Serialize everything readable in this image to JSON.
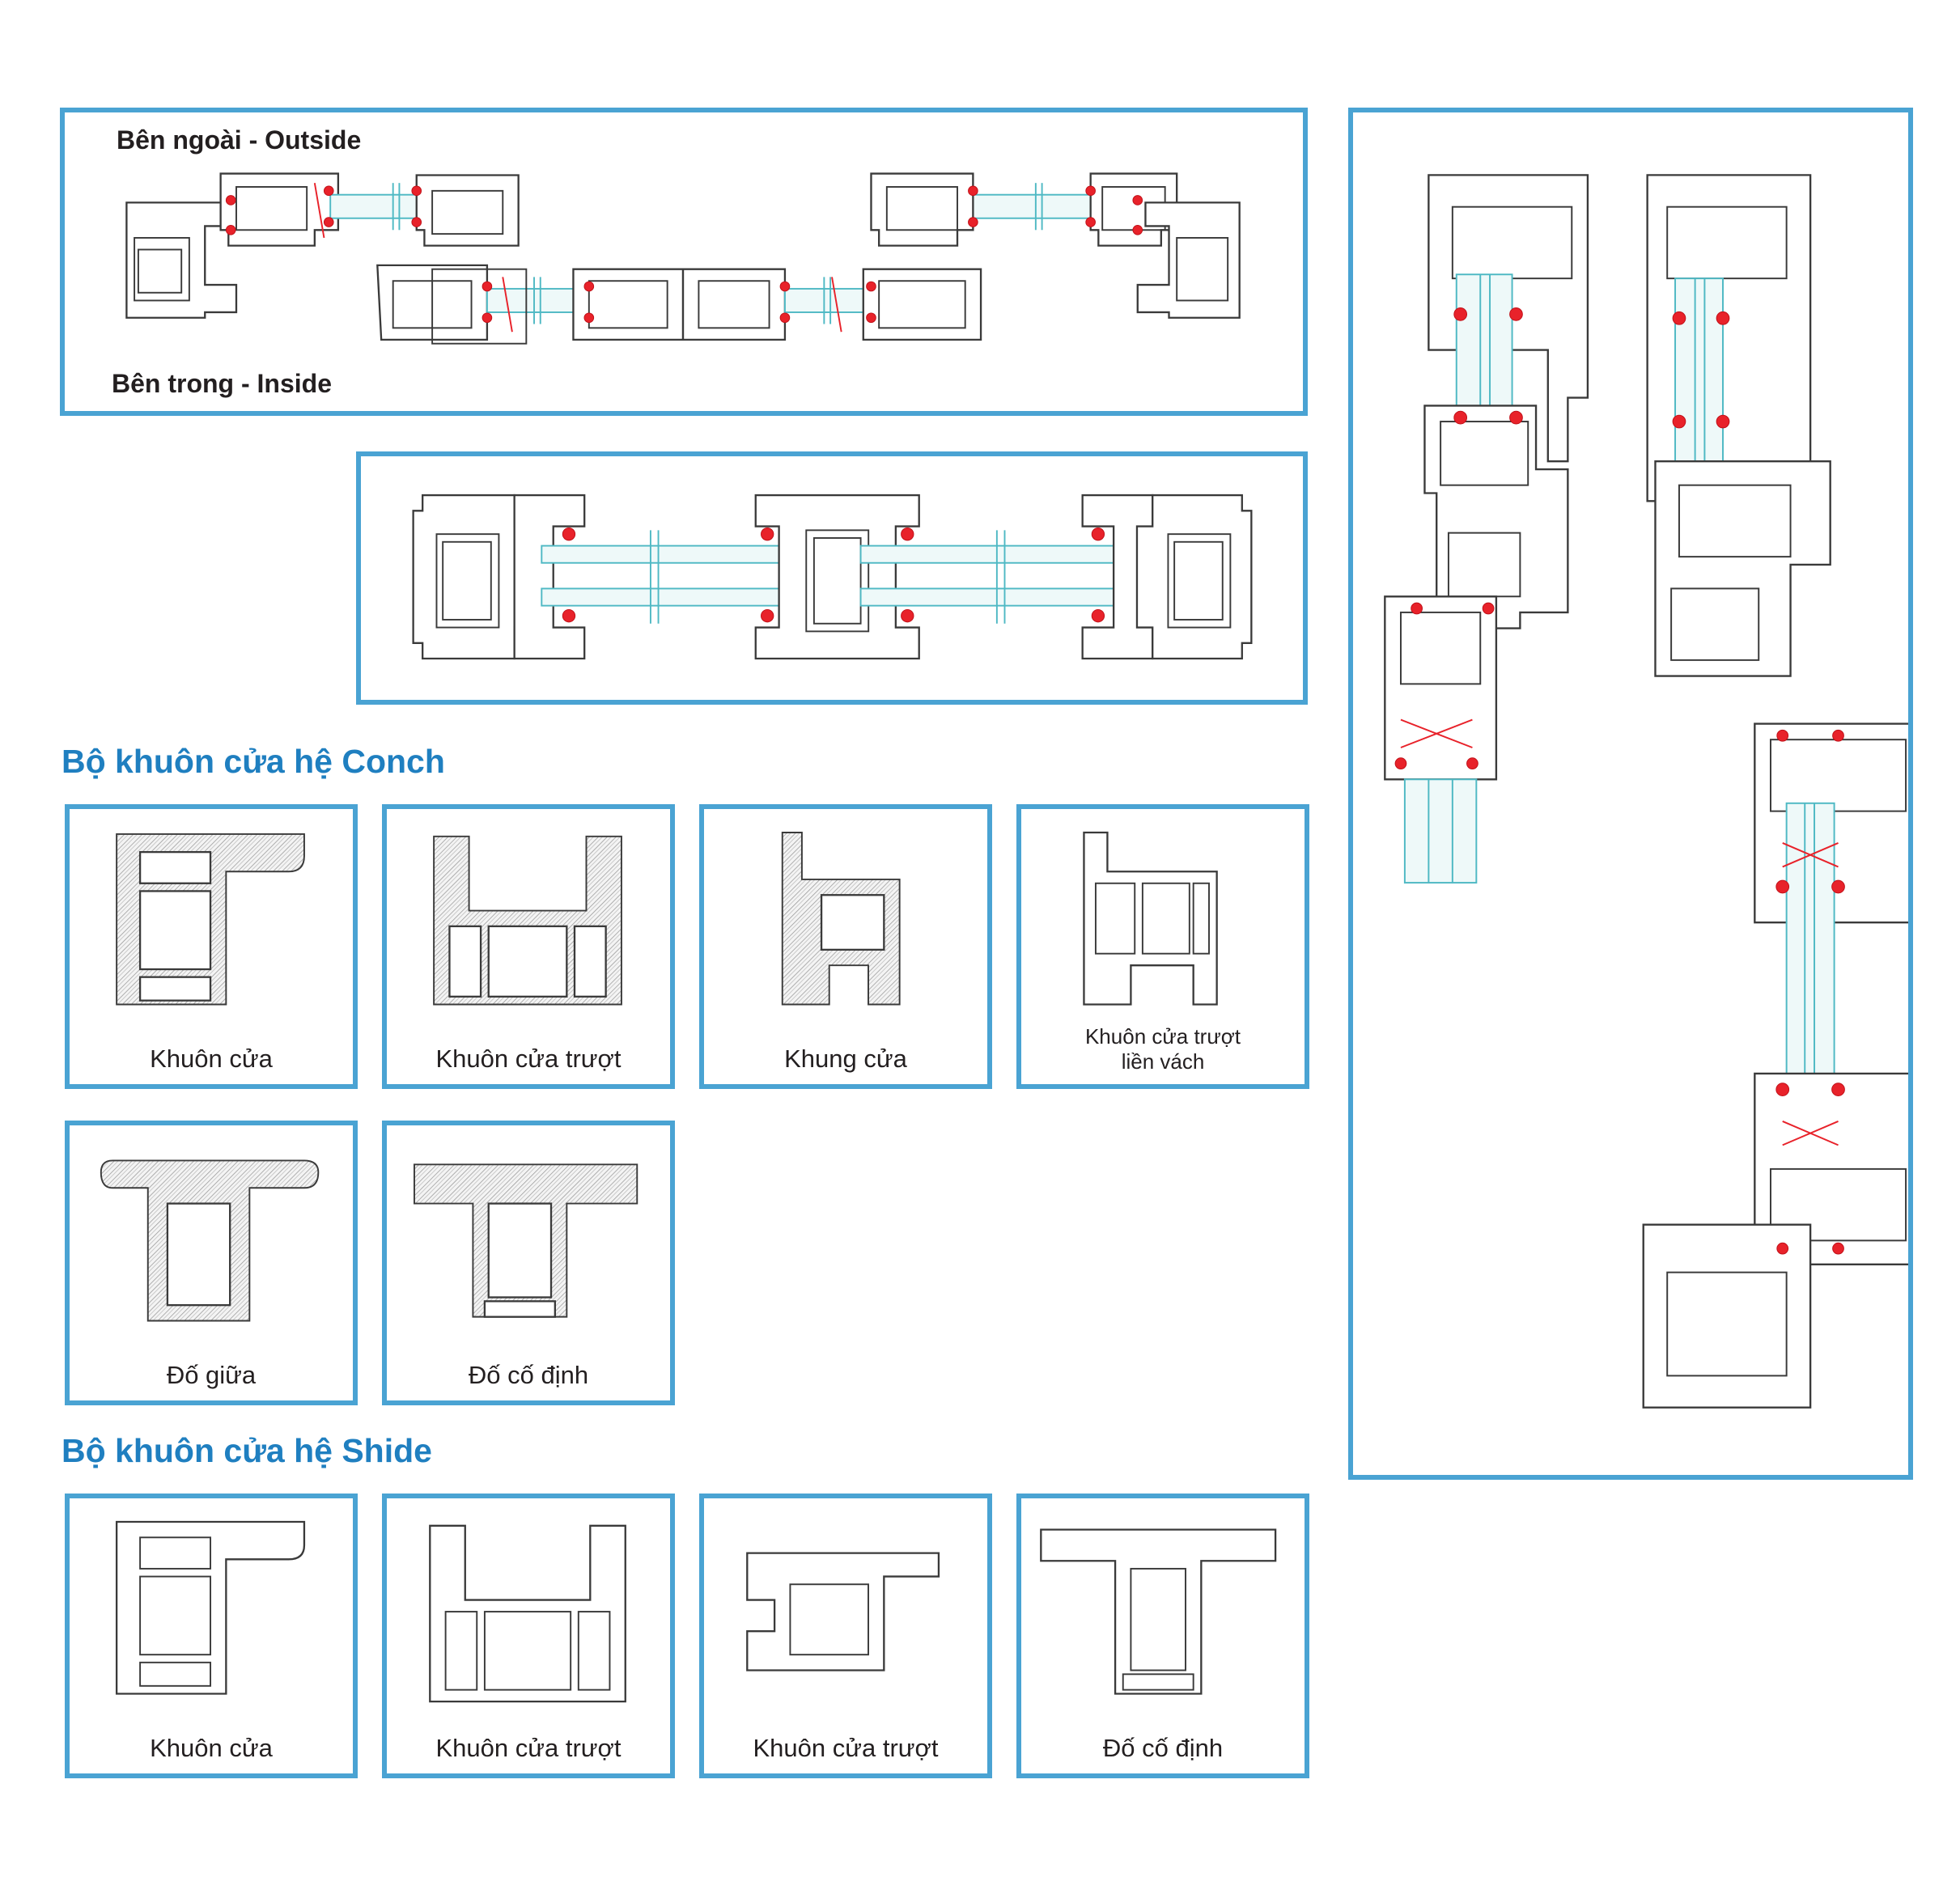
{
  "top_section": {
    "outside_label": "Bên ngoài - Outside",
    "inside_label": "Bên trong - Inside"
  },
  "conch": {
    "heading": "Bộ khuôn cửa hệ Conch",
    "tiles": [
      {
        "caption": "Khuôn cửa"
      },
      {
        "caption": "Khuôn cửa trượt"
      },
      {
        "caption": "Khung cửa"
      },
      {
        "caption_line1": "Khuôn cửa trượt",
        "caption_line2": "liền vách"
      },
      {
        "caption": "Đố giữa"
      },
      {
        "caption": "Đố cố định"
      }
    ]
  },
  "shide": {
    "heading": "Bộ khuôn cửa hệ Shide",
    "tiles": [
      {
        "caption": "Khuôn cửa"
      },
      {
        "caption": "Khuôn cửa trượt"
      },
      {
        "caption": "Khuôn cửa trượt"
      },
      {
        "caption": "Đố cố định"
      }
    ]
  },
  "colors": {
    "frame_border": "#4aa3d3",
    "heading_text": "#1f7fc0",
    "gasket_red": "#e8222a",
    "glass_cyan": "#4fb9c4"
  }
}
